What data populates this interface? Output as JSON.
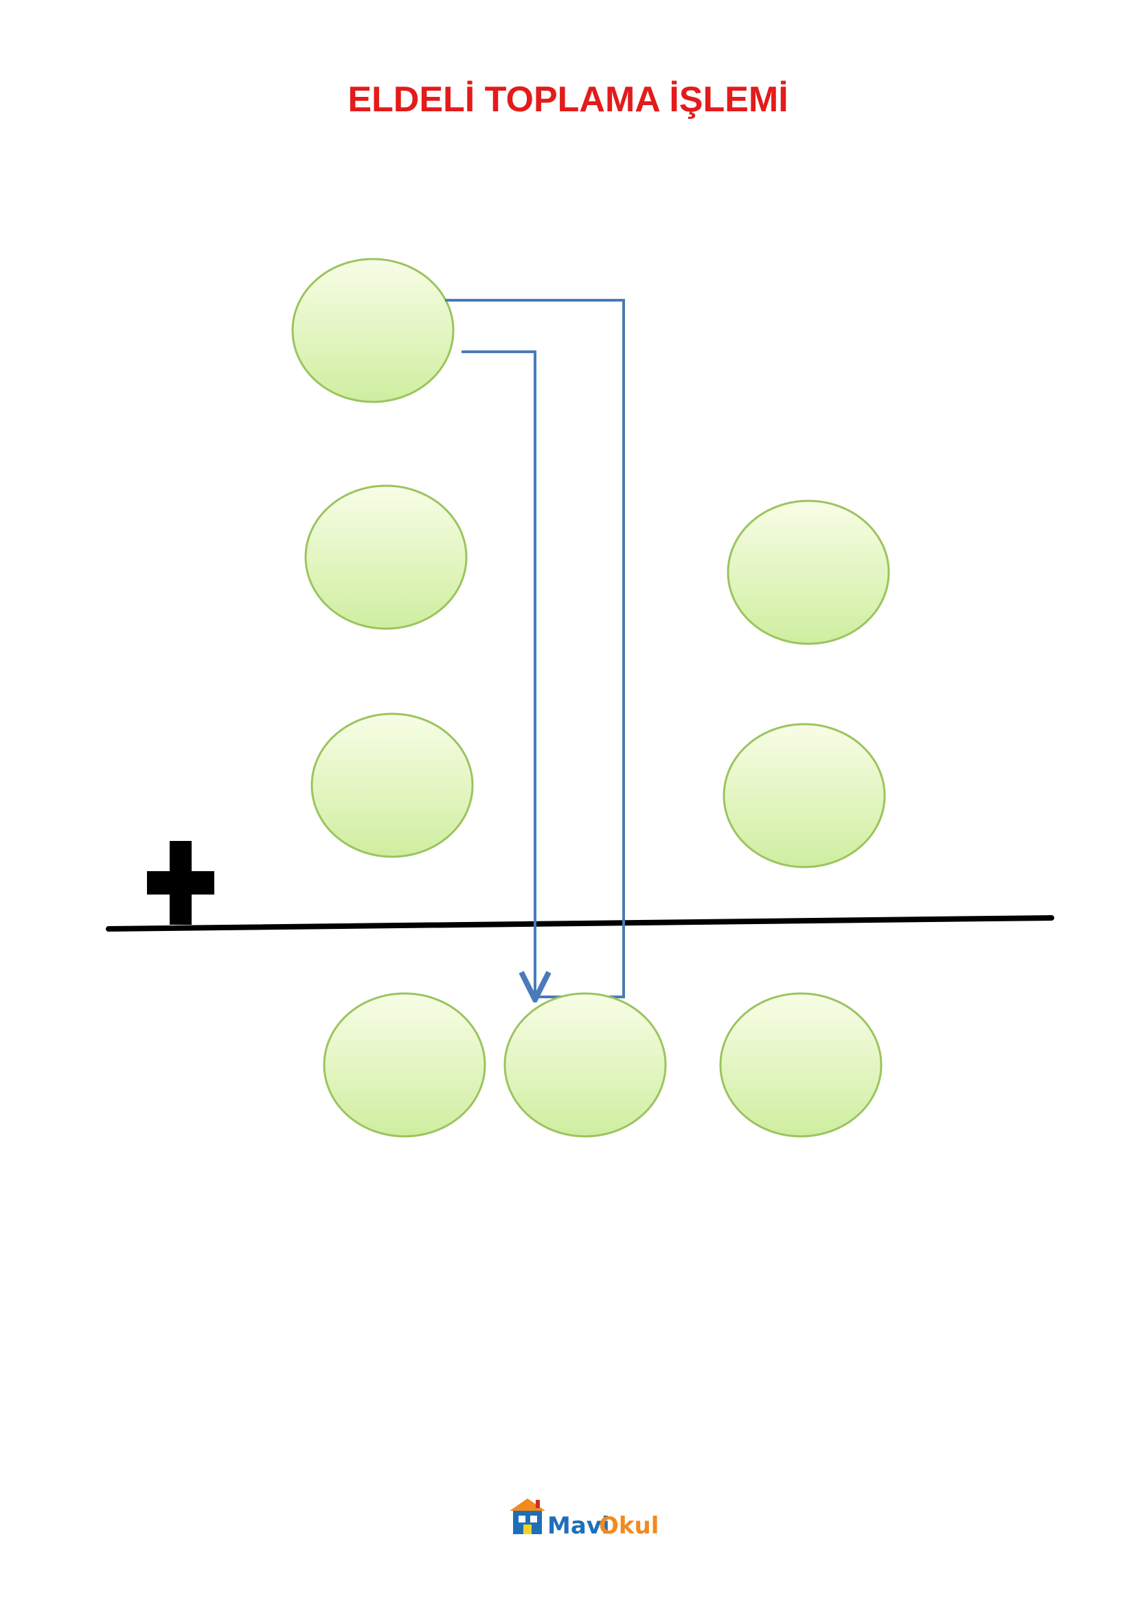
{
  "title": "ELDELİ TOPLAMA İŞLEMİ",
  "colors": {
    "title": "#e31b1b",
    "circle_fill_top": "#f8fde6",
    "circle_fill_bottom": "#cfeea0",
    "circle_stroke": "#9bc45e",
    "arrow": "#4a7ab8",
    "rule": "#000000",
    "logo_blue": "#1f6fb8",
    "logo_orange": "#f28a1e"
  },
  "circles": {
    "carry": "carry-circle",
    "first_addend": [
      "tens-circle",
      "ones-circle"
    ],
    "second_addend": [
      "tens-circle",
      "ones-circle"
    ],
    "result": [
      "hundreds-circle",
      "tens-circle",
      "ones-circle"
    ]
  },
  "operator": "plus-sign",
  "logo": {
    "word1": "Mavi",
    "word2": "Okul",
    "icon": "house-icon"
  }
}
